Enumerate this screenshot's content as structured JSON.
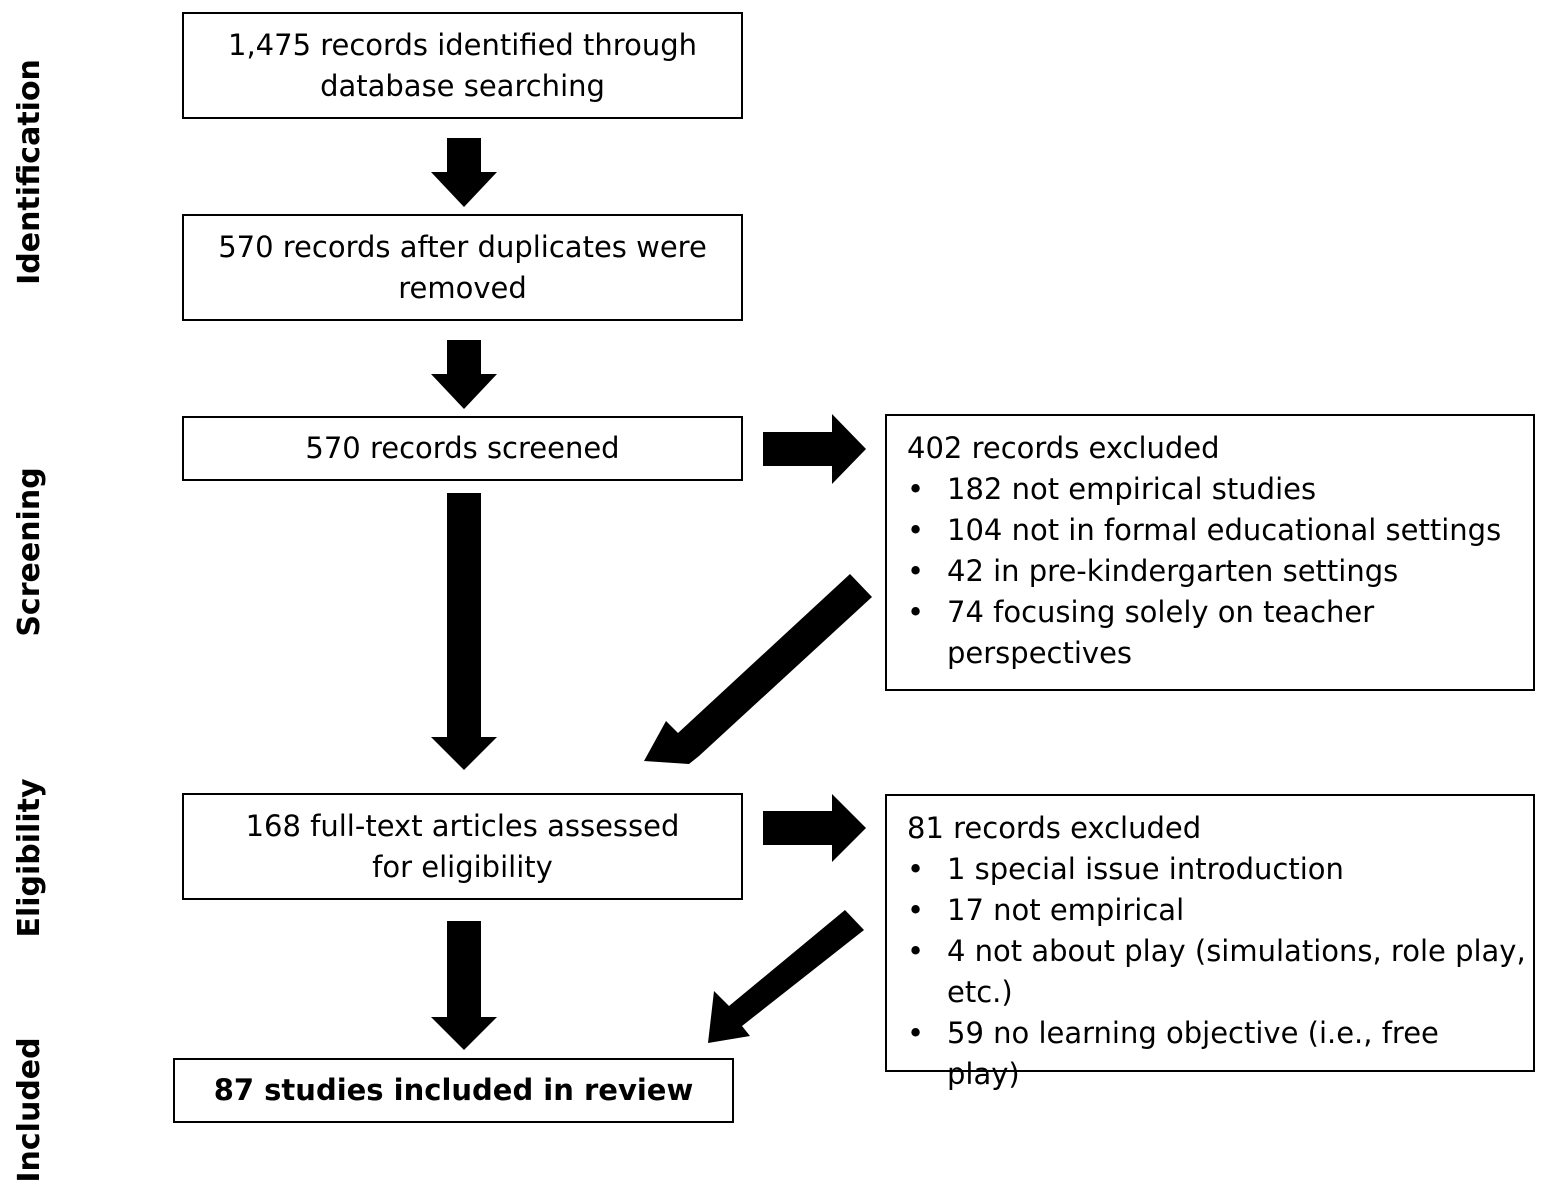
{
  "stages": {
    "identification": "Identification",
    "screening": "Screening",
    "eligibility": "Eligibility",
    "included": "Included"
  },
  "boxes": {
    "identified": "1,475 records identified through database searching",
    "deduplicated": "570 records after duplicates were removed",
    "screened": "570 records screened",
    "assessed": "168 full-text articles assessed for eligibility",
    "included": "87 studies included in review"
  },
  "screening_exclusions": {
    "heading": "402 records excluded",
    "reasons": [
      "182 not empirical studies",
      "104 not in formal educational settings",
      "42 in pre-kindergarten settings",
      "74 focusing solely on teacher perspectives"
    ]
  },
  "eligibility_exclusions": {
    "heading": "81 records excluded",
    "reasons": [
      "1 special issue introduction",
      "17 not empirical",
      "4 not about play (simulations, role play, etc.)",
      "59 no learning objective (i.e., free play)"
    ]
  },
  "colors": {
    "arrow": "#000000",
    "border": "#000000",
    "background": "#ffffff"
  }
}
